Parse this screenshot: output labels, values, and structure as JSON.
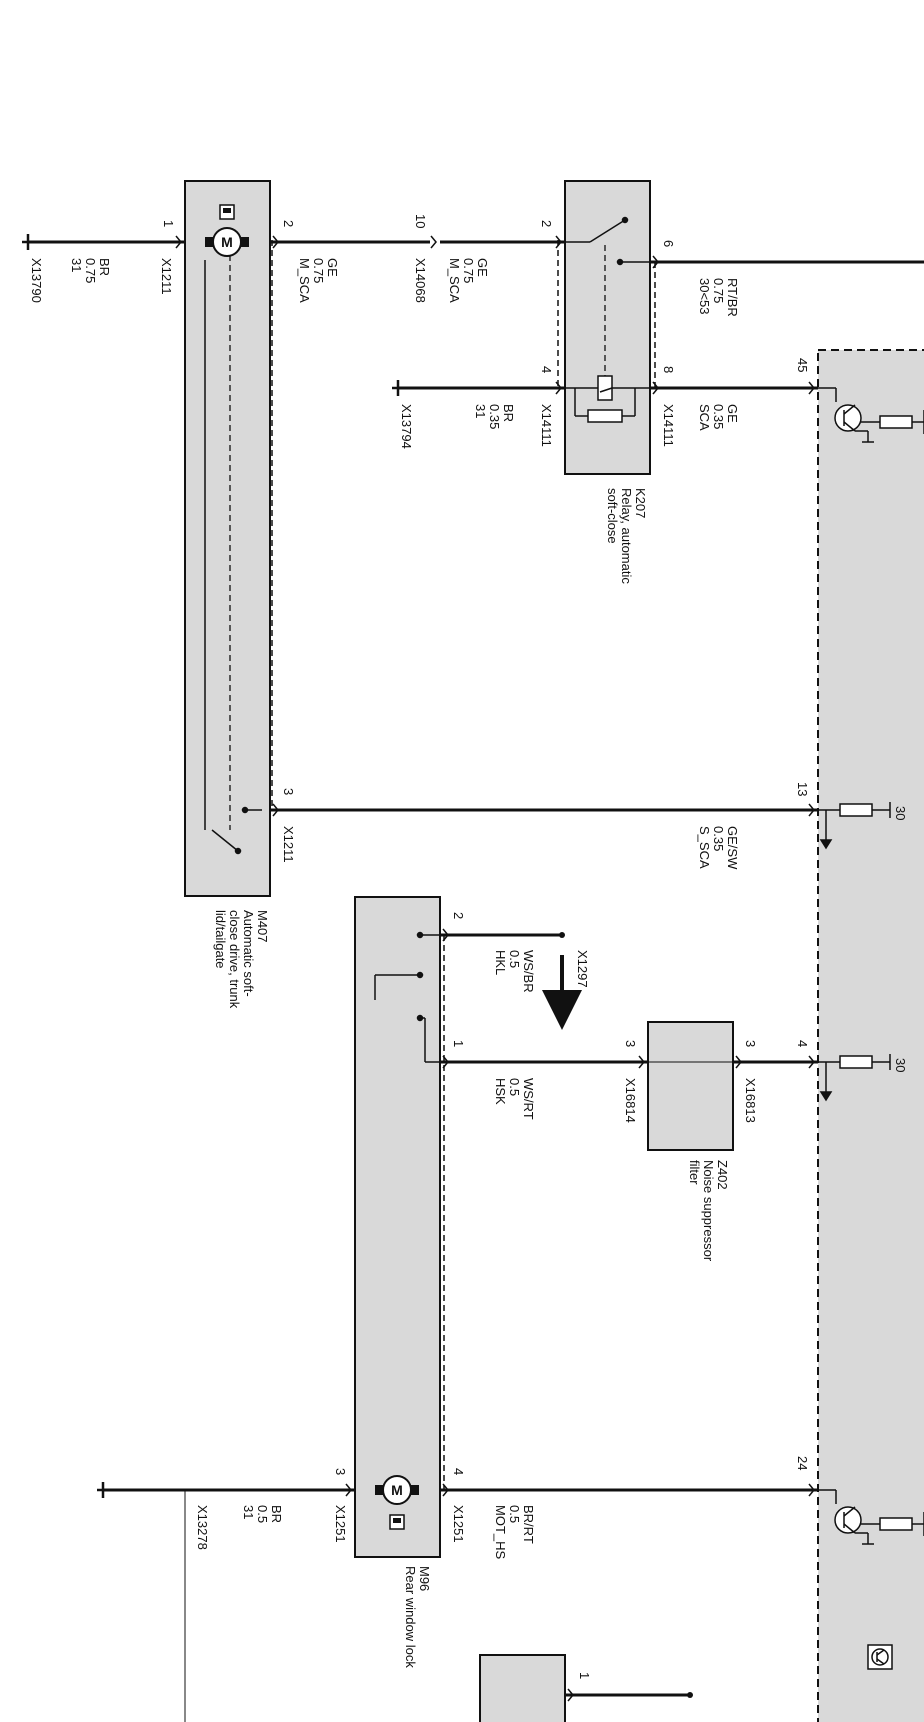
{
  "components": {
    "m407": {
      "id": "M407",
      "desc": [
        "Automatic soft-",
        "close drive, trunk",
        "lid/tailgate"
      ]
    },
    "k207": {
      "id": "K207",
      "desc": [
        "Relay, automatic",
        "soft-close"
      ]
    },
    "z402": {
      "id": "Z402",
      "desc": [
        "Noise suppressor",
        "filter"
      ]
    },
    "m96": {
      "id": "M96",
      "desc": [
        "Rear window lock"
      ]
    }
  },
  "pins": {
    "m407_1": "1",
    "m407_2": "2",
    "m407_3": "3",
    "x14068_10": "10",
    "k207_2": "2",
    "k207_4": "4",
    "k207_6": "6",
    "k207_8": "8",
    "ecu_45": "45",
    "ecu_13": "13",
    "ecu_4": "4",
    "ecu_24": "24",
    "m96_2": "2",
    "m96_1": "1",
    "m96_4": "4",
    "m96_3": "3",
    "z402_in": "3",
    "z402_out": "3",
    "partial_1": "1"
  },
  "connectors": {
    "x13790": "X13790",
    "x1211_a": "X1211",
    "x1211_b": "X1211",
    "x14068": "X14068",
    "x14111_a": "X14111",
    "x14111_b": "X14111",
    "x13794": "X13794",
    "x1297": "X1297",
    "x16814": "X16814",
    "x16813": "X16813",
    "x1251_a": "X1251",
    "x1251_b": "X1251",
    "x13278": "X13278"
  },
  "wires": {
    "gnd_m407": [
      "31",
      "0.75",
      "BR"
    ],
    "m_sca_a": [
      "M_SCA",
      "0.75",
      "GE"
    ],
    "m_sca_b": [
      "M_SCA",
      "0.75",
      "GE"
    ],
    "gnd_k207": [
      "31",
      "0.35",
      "BR"
    ],
    "supply": [
      "30<53",
      "0.75",
      "RT/BR"
    ],
    "sca": [
      "SCA",
      "0.35",
      "GE"
    ],
    "s_sca": [
      "S_SCA",
      "0.35",
      "GE/SW"
    ],
    "hkl": [
      "HKL",
      "0.5",
      "WS/BR"
    ],
    "hsk": [
      "HSK",
      "0.5",
      "WS/RT"
    ],
    "mot_hs": [
      "MOT_HS",
      "0.5",
      "BR/RT"
    ],
    "gnd_m96": [
      "31",
      "0.5",
      "BR"
    ]
  },
  "ecu_labels": {
    "v30_a": "30",
    "v30_b": "30"
  },
  "motor_symbol": "M",
  "colors": {
    "fill": "#d9d9d9",
    "line": "#111111"
  }
}
